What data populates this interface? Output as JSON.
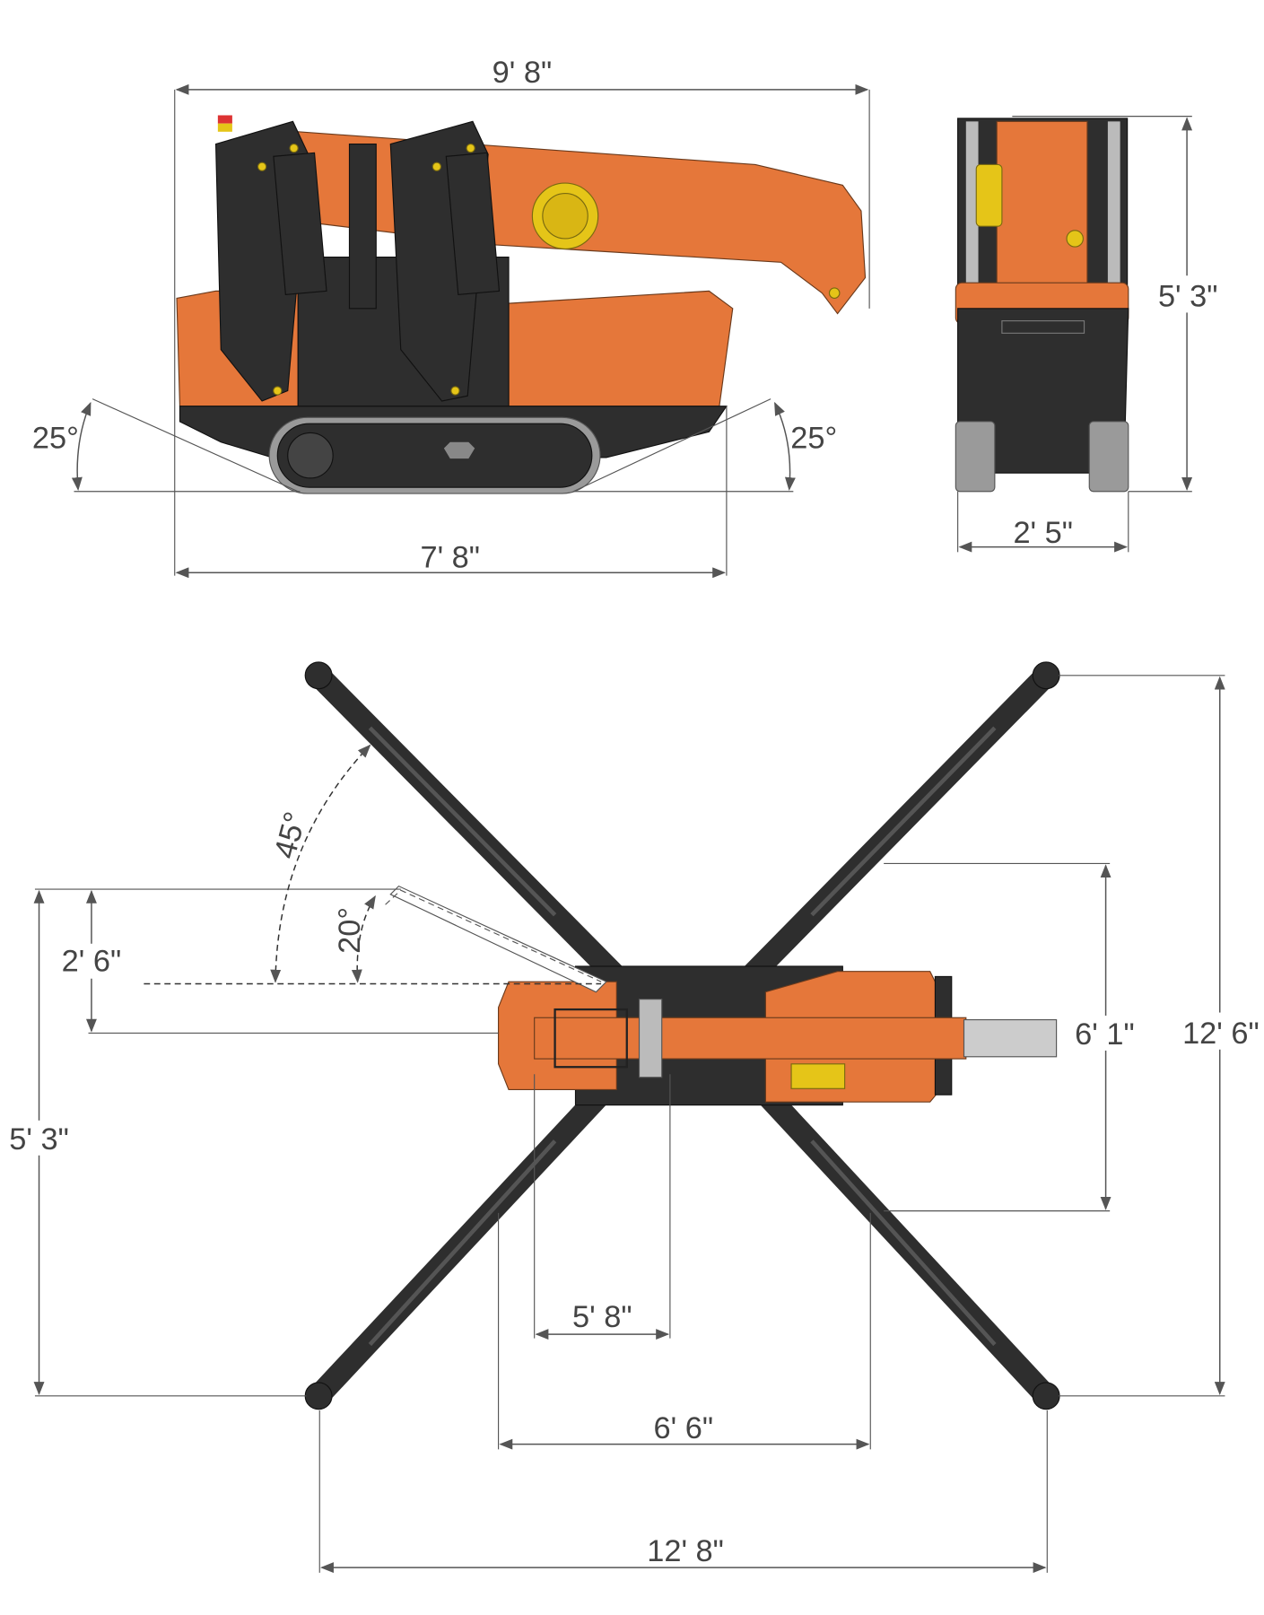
{
  "side_view": {
    "overall_length": "9' 8\"",
    "track_length": "7' 8\"",
    "approach_angle_rear": "25°",
    "approach_angle_front": "25°"
  },
  "front_view": {
    "height": "5' 3\"",
    "width": "2' 5\""
  },
  "top_view": {
    "outrigger_height_span": "12' 6\"",
    "front_outrigger_span": "6' 1\"",
    "rear_outrigger_offset": "5' 3\"",
    "rear_offset_small": "2' 6\"",
    "outrigger_angle": "45°",
    "rear_angle": "20°",
    "inner_base": "5' 8\"",
    "mid_base": "6' 6\"",
    "outrigger_width_span": "12' 8\""
  },
  "colors": {
    "body": "#e5773a",
    "frame": "#2e2e2e",
    "accent": "#e5c518",
    "track": "#9a9a9a",
    "dimension": "#555555"
  }
}
